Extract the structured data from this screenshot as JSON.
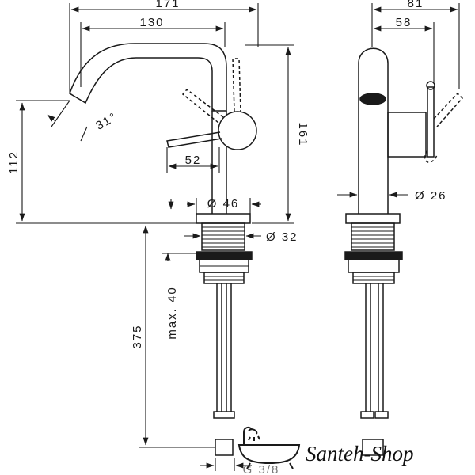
{
  "dimensions": {
    "width_171": "171",
    "width_130": "130",
    "angle": "31°",
    "height_112": "112",
    "height_161": "161",
    "lever_52": "52",
    "dia_46": "Ø 46",
    "dia_32": "Ø 32",
    "height_375": "375",
    "max_40": "max. 40",
    "thread": "G 3/8",
    "side_81": "81",
    "side_58": "58",
    "dia_26": "Ø 26"
  },
  "watermark": {
    "text": "Santeh-Shop",
    "icon": "bathtub-shower-icon"
  },
  "colors": {
    "line": "#1a1a1a",
    "background": "#ffffff"
  }
}
